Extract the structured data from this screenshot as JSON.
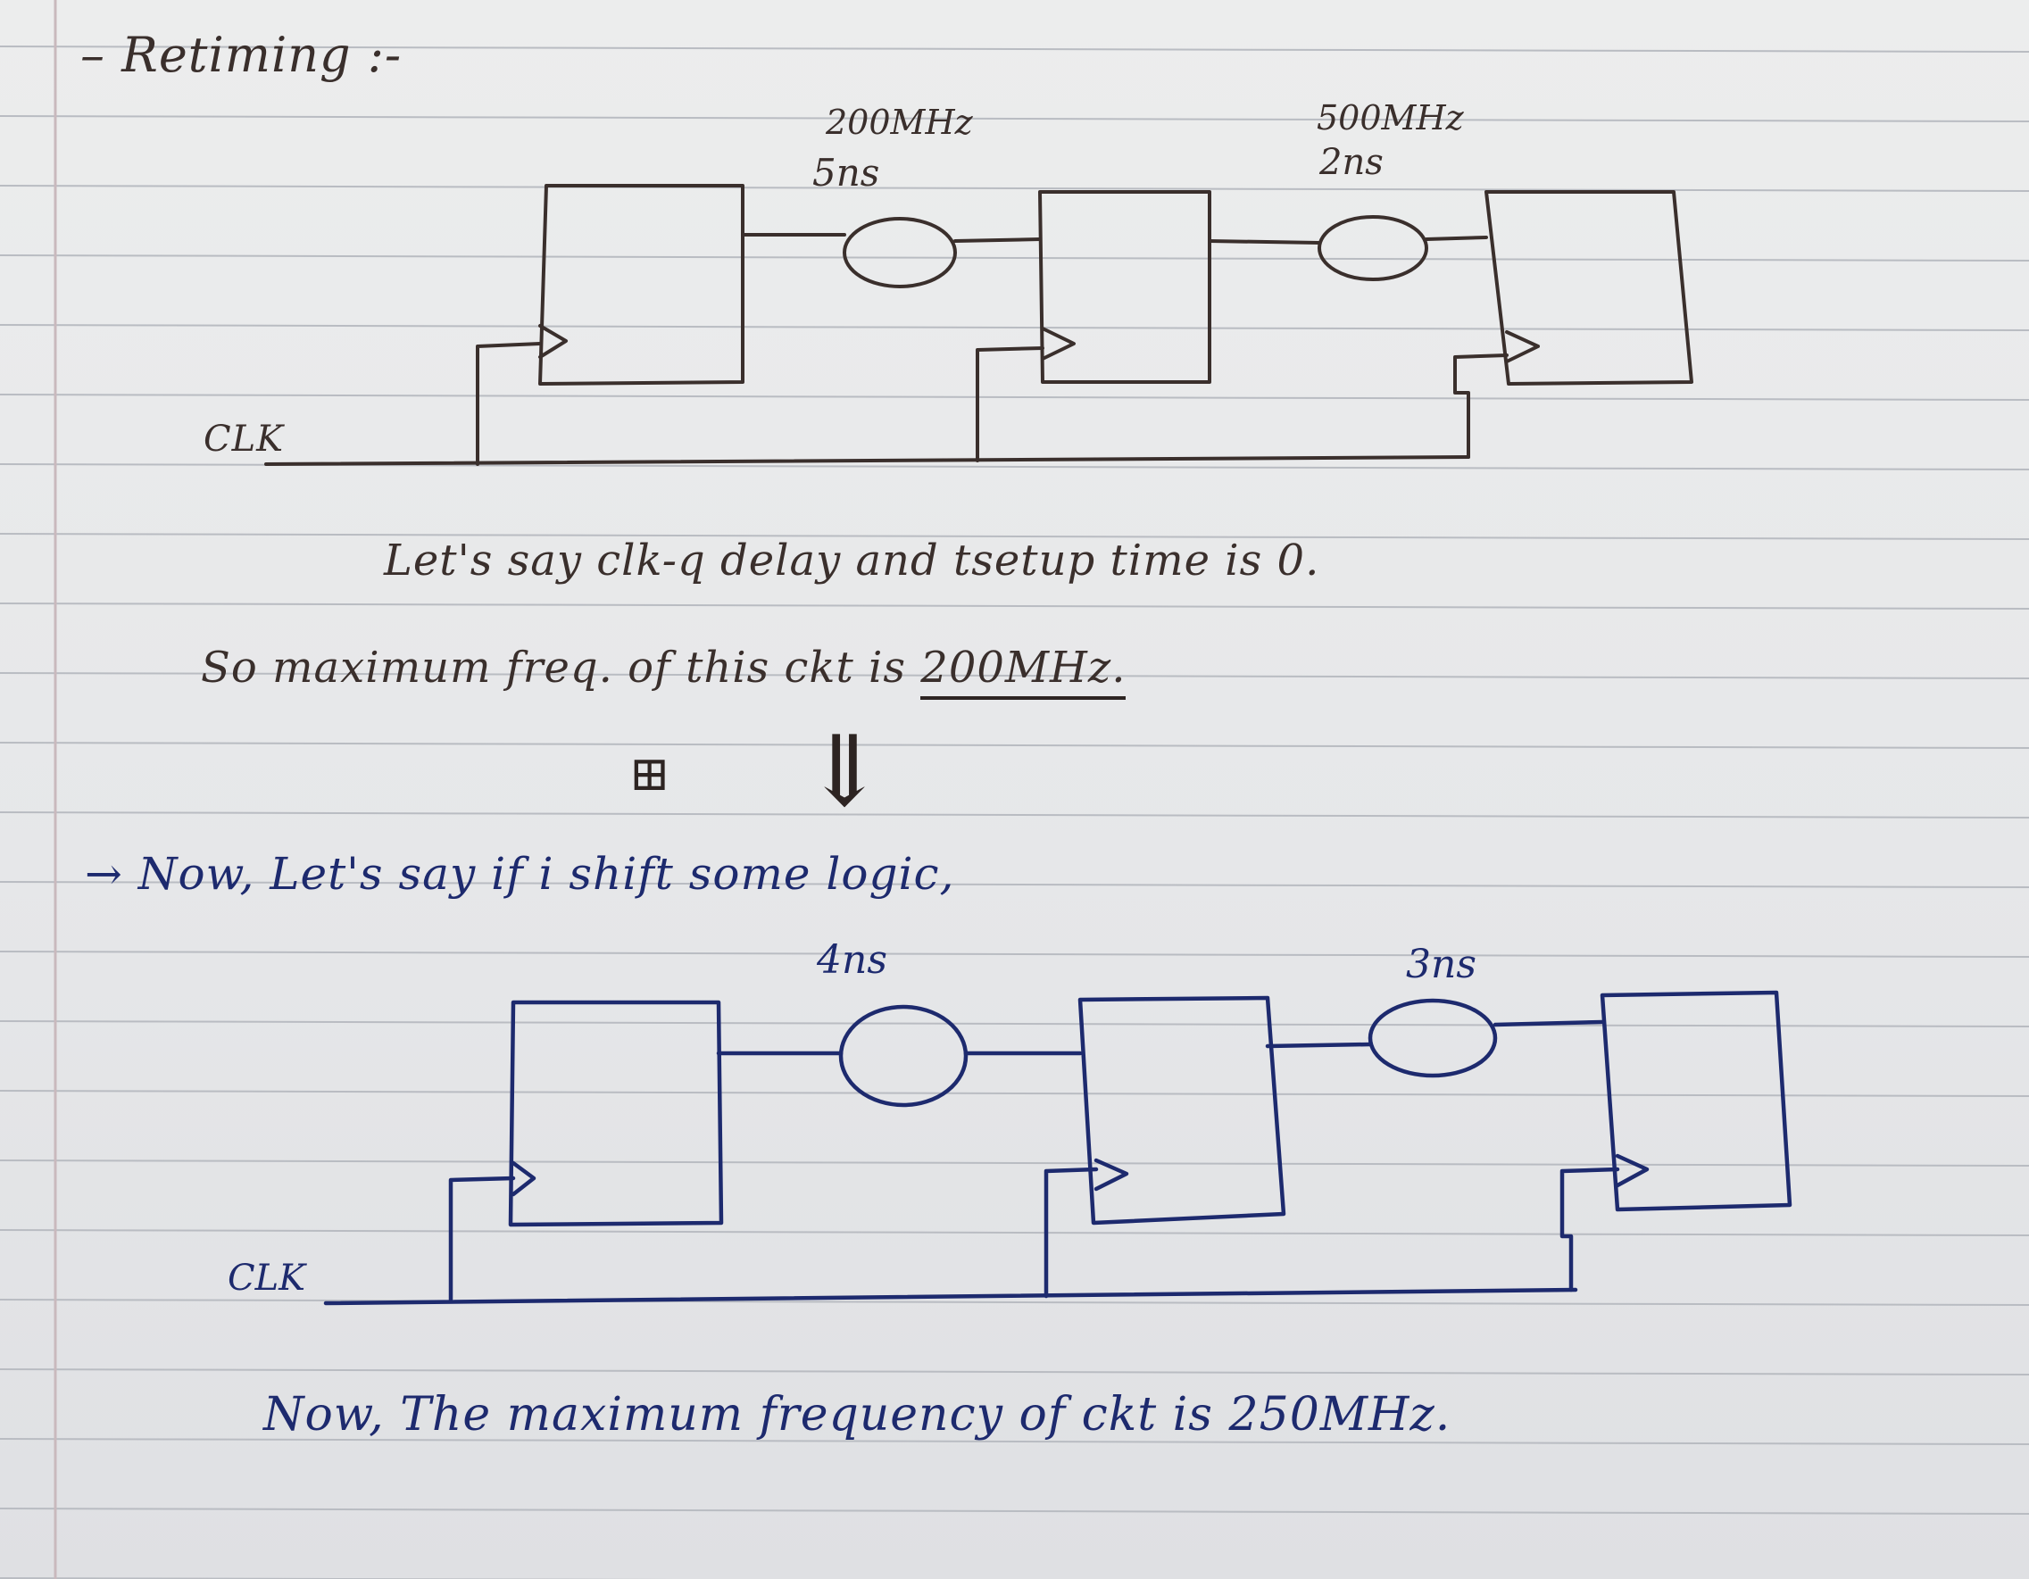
{
  "page": {
    "title": "– Retiming :-",
    "note_line1": "Let's say clk-q delay and tsetup time is 0.",
    "note_line2_prefix": "So maximum freq. of this ckt is ",
    "note_line2_value": "200MHz.",
    "arrow": "⇓",
    "scribble": "⊞",
    "note_line3": "→ Now, Let's say if i shift some logic,",
    "note_line4": "Now, The maximum frequency of ckt is 250MHz."
  },
  "diagram_before": {
    "clock_label": "CLK",
    "stages": [
      {
        "freq": "200MHz",
        "delay": "5ns"
      },
      {
        "freq": "500MHz",
        "delay": "2ns"
      }
    ]
  },
  "diagram_after": {
    "clock_label": "CLK",
    "stages": [
      {
        "delay": "4ns"
      },
      {
        "delay": "3ns"
      }
    ]
  },
  "colors": {
    "paper": "#e6e7e9",
    "rule_line": "#b9bcc2",
    "margin_line": "#c9b9bd",
    "pencil_ink": "#3a2f2c",
    "blue_ink": "#1d2a6e"
  }
}
